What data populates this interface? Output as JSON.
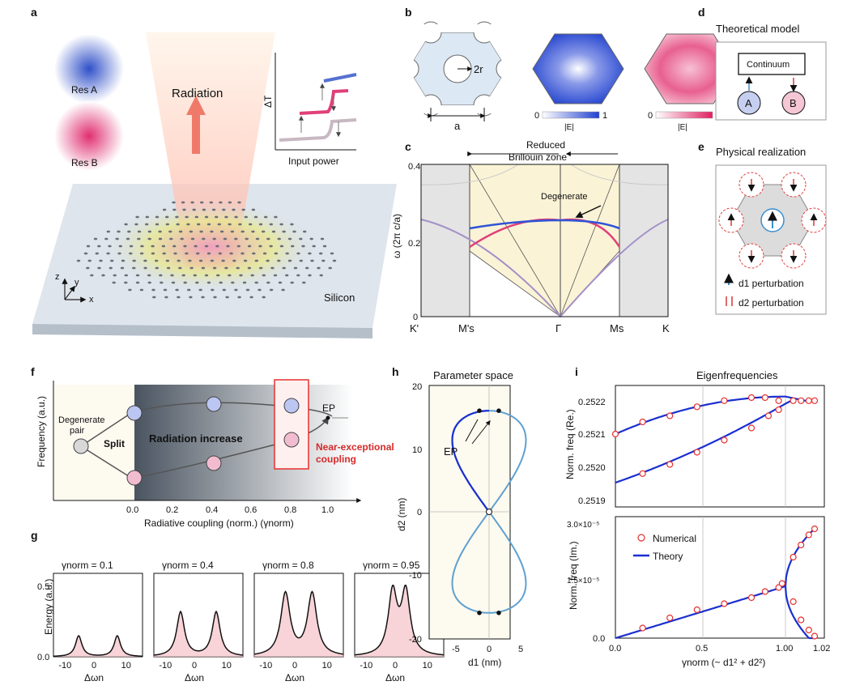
{
  "panels": {
    "a": "a",
    "b": "b",
    "c": "c",
    "d": "d",
    "e": "e",
    "f": "f",
    "g": "g",
    "h": "h",
    "i": "i"
  },
  "a": {
    "res_a": "Res A",
    "res_b": "Res B",
    "radiation": "Radiation",
    "silicon": "Silicon",
    "axis_z": "z",
    "axis_y": "y",
    "axis_x": "x",
    "inset_y": "ΔT",
    "inset_x": "Input power"
  },
  "b": {
    "radius": "2r",
    "lattice": "a",
    "cb_min": "0",
    "cb_max": "1",
    "cb_label": "|E|"
  },
  "c": {
    "zone_line1": "Reduced",
    "zone_line2": "Brillouin zone",
    "degenerate": "Degenerate",
    "ylabel": "ω (2π c/a)",
    "y_top": "0.4",
    "y_mid": "0.2",
    "y_zero": "0",
    "ticks": [
      "K'",
      "M's",
      "Γ",
      "Ms",
      "K"
    ]
  },
  "d": {
    "title": "Theoretical model",
    "continuum": "Continuum",
    "node_a": "A",
    "node_b": "B"
  },
  "e": {
    "title": "Physical realization",
    "legend1": "d1 perturbation",
    "legend2": "d2 perturbation"
  },
  "f": {
    "ylabel": "Frequency (a.u.)",
    "degenerate_l1": "Degenerate",
    "degenerate_l2": "pair",
    "split": "Split",
    "radiation_increase": "Radiation increase",
    "near_exc_l1": "Near-exceptional",
    "near_exc_l2": "coupling",
    "ep": "EP",
    "xlabel": "Radiative coupling (norm.) (γnorm)",
    "xticks": [
      "0.0",
      "0.2",
      "0.4",
      "0.6",
      "0.8",
      "1.0"
    ]
  },
  "g": {
    "ylabel": "Energy (a.u.)",
    "yticks": [
      "0.5",
      "0.0"
    ],
    "xticks": [
      "-10",
      "0",
      "10"
    ],
    "xlabel": "Δωn",
    "titles": [
      "γnorm = 0.1",
      "γnorm = 0.4",
      "γnorm = 0.8",
      "γnorm = 0.95"
    ]
  },
  "h": {
    "title": "Parameter space",
    "ep": "EP",
    "xlabel": "d1 (nm)",
    "ylabel": "d2 (nm)",
    "xticks": [
      "-5",
      "0",
      "5"
    ],
    "yticks": [
      "20",
      "10",
      "0",
      "-10",
      "-20"
    ]
  },
  "i": {
    "title": "Eigenfrequencies",
    "ylabel_top": "Norm. freq (Re.)",
    "ylabel_bottom": "Norm. freq (Im.)",
    "yticks_top": [
      "0.2522",
      "0.2521",
      "0.2520",
      "0.2519"
    ],
    "yticks_bottom": [
      "3.0×10⁻⁵",
      "1.5×10⁻⁵",
      "0.0"
    ],
    "xticks": [
      "0.0",
      "0.5",
      "1.00",
      "1.02"
    ],
    "xlabel": "γnorm (~ d1² + d2²)",
    "legend_numerical": "Numerical",
    "legend_theory": "Theory"
  },
  "colors": {
    "blue": "#2f54d6",
    "pink": "#e0407a",
    "light_blue": "#5b9bd5",
    "red": "#e63030",
    "purple": "#a08cc8"
  }
}
